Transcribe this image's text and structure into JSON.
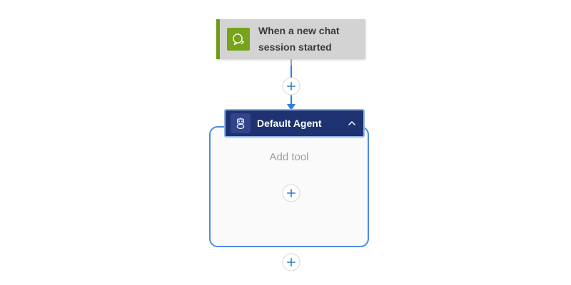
{
  "trigger": {
    "title": "When a new chat session started",
    "icon": "chat-bubbles-icon",
    "card_bg": "#d3d3d3",
    "accent_color": "#6f9c15",
    "icon_bg": "#77a21c",
    "text_color": "#3a3a3a"
  },
  "connector": {
    "line_color": "#2f7de1",
    "stub_color": "#a0a0a0",
    "insert_icon": "plus-icon"
  },
  "agent": {
    "title": "Default Agent",
    "icon": "bot-icon",
    "collapse_icon": "chevron-up-icon",
    "header_bg": "#1e3170",
    "header_border": "#8fb3e3",
    "chip_bg": "#32448c",
    "container_border": "#4b8be2",
    "container_bg": "#fafafa",
    "add_tool_label": "Add tool",
    "add_tool_color": "#9b9b9b"
  },
  "plus_button": {
    "icon": "plus-icon",
    "plus_color": "#2b7cd3",
    "circle_fill": "#ffffff",
    "circle_border": "#d8d8d8"
  }
}
